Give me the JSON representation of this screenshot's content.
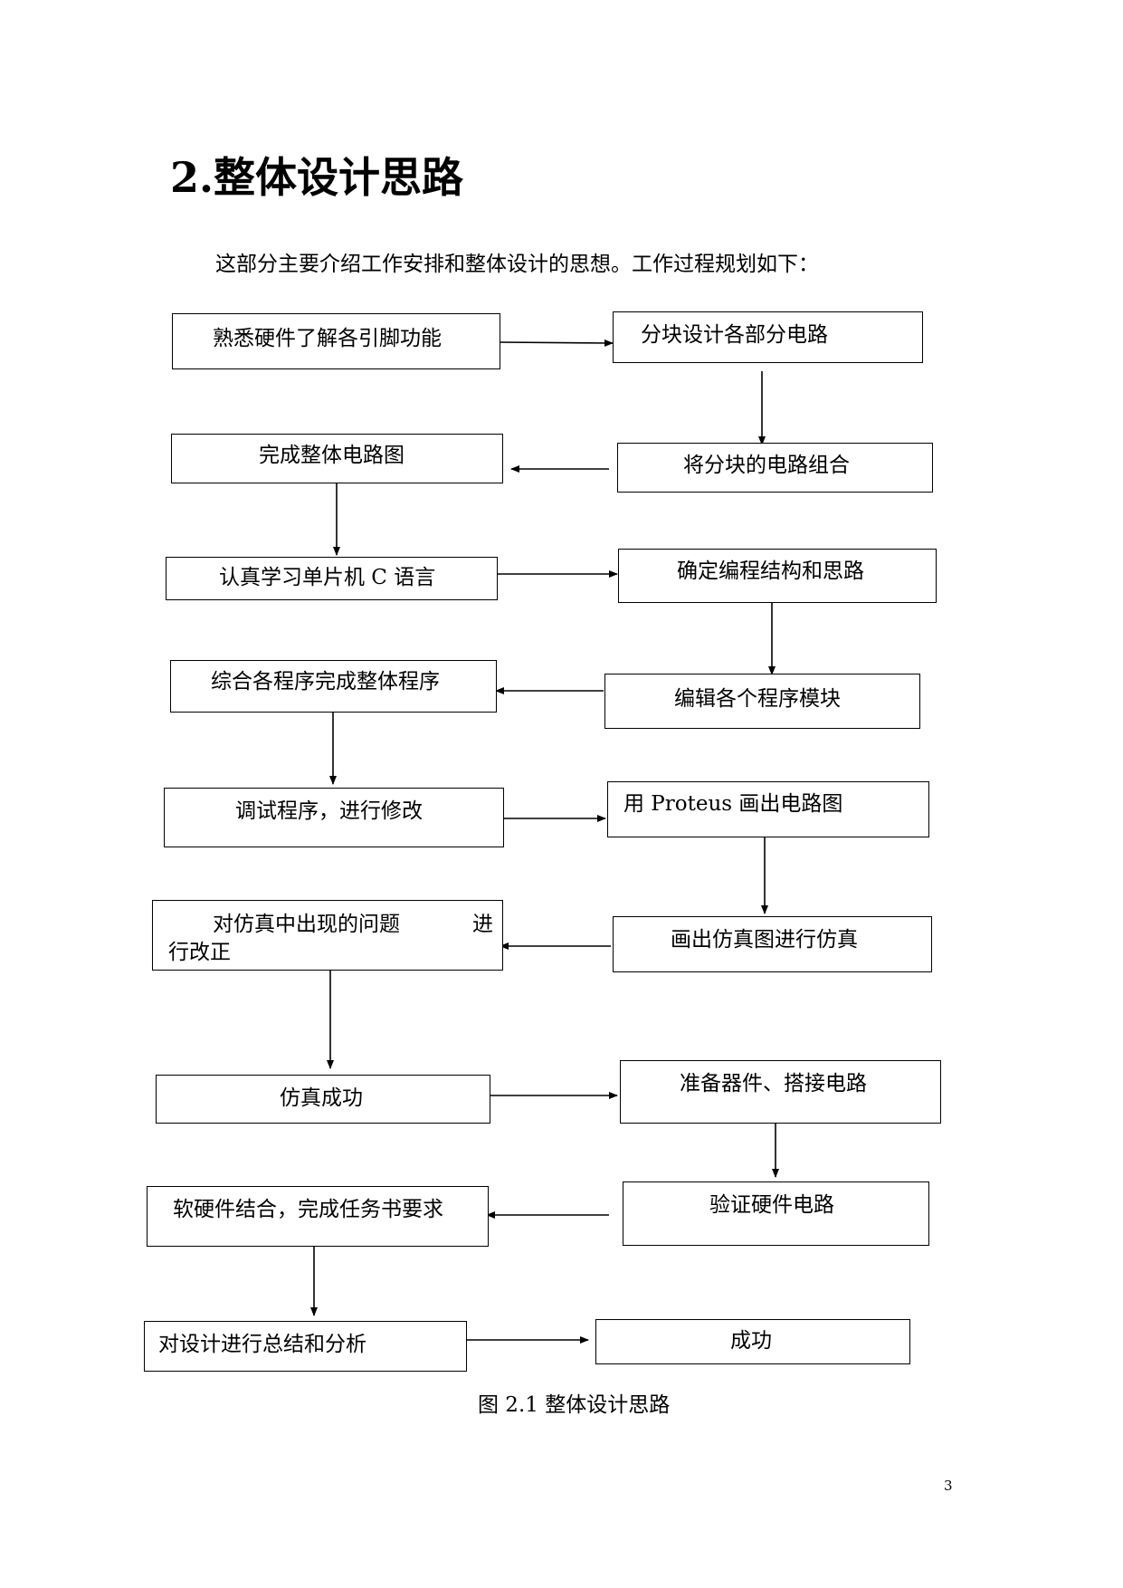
{
  "heading": "2.整体设计思路",
  "intro": "这部分主要介绍工作安排和整体设计的思想。工作过程规划如下：",
  "flowchart": {
    "boxes": {
      "b1": "熟悉硬件了解各引脚功能",
      "b2": "分块设计各部分电路",
      "b3": "将分块的电路组合",
      "b4": "完成整体电路图",
      "b5": "认真学习单片机 C 语言",
      "b6": "确定编程结构和思路",
      "b7": "编辑各个程序模块",
      "b8": "综合各程序完成整体程序",
      "b9": "调试程序，进行修改",
      "b10": "用 Proteus 画出电路图",
      "b11": "画出仿真图进行仿真",
      "b12_line1": "对仿真中出现的问题",
      "b12_line1_end": "进",
      "b12_line2": "行改正",
      "b13": "仿真成功",
      "b14": "准备器件、搭接电路",
      "b15": "验证硬件电路",
      "b16": "软硬件结合，完成任务书要求",
      "b17": "对设计进行总结和分析",
      "b18": "成功"
    }
  },
  "caption": "图 2.1  整体设计思路",
  "page_number": "3"
}
